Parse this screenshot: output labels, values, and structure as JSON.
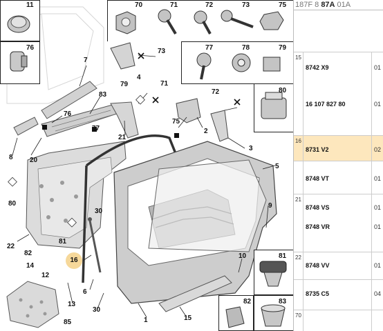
{
  "diagram": {
    "callouts": [
      {
        "id": "11",
        "text": "11"
      },
      {
        "id": "70",
        "text": "70"
      },
      {
        "id": "71a",
        "text": "71"
      },
      {
        "id": "72a",
        "text": "72"
      },
      {
        "id": "73a",
        "text": "73"
      },
      {
        "id": "75a",
        "text": "75"
      },
      {
        "id": "76a",
        "text": "76"
      },
      {
        "id": "77",
        "text": "77"
      },
      {
        "id": "78",
        "text": "78"
      },
      {
        "id": "79",
        "text": "79"
      },
      {
        "id": "80",
        "text": "80"
      },
      {
        "id": "73b",
        "text": "73"
      },
      {
        "id": "4",
        "text": "4"
      },
      {
        "id": "7",
        "text": "7"
      },
      {
        "id": "83",
        "text": "83"
      },
      {
        "id": "76b",
        "text": "76"
      },
      {
        "id": "77b",
        "text": "77"
      },
      {
        "id": "79b",
        "text": "79"
      },
      {
        "id": "71b",
        "text": "71"
      },
      {
        "id": "72b",
        "text": "72"
      },
      {
        "id": "75b",
        "text": "75"
      },
      {
        "id": "2",
        "text": "2"
      },
      {
        "id": "3",
        "text": "3"
      },
      {
        "id": "8",
        "text": "8"
      },
      {
        "id": "20",
        "text": "20"
      },
      {
        "id": "21",
        "text": "21"
      },
      {
        "id": "5",
        "text": "5"
      },
      {
        "id": "80b",
        "text": "80"
      },
      {
        "id": "30a",
        "text": "30"
      },
      {
        "id": "9",
        "text": "9"
      },
      {
        "id": "22",
        "text": "22"
      },
      {
        "id": "82",
        "text": "82"
      },
      {
        "id": "81",
        "text": "81"
      },
      {
        "id": "16",
        "text": "16"
      },
      {
        "id": "14",
        "text": "14"
      },
      {
        "id": "12",
        "text": "12"
      },
      {
        "id": "6",
        "text": "6"
      },
      {
        "id": "10",
        "text": "10"
      },
      {
        "id": "81b",
        "text": "81"
      },
      {
        "id": "13",
        "text": "13"
      },
      {
        "id": "30b",
        "text": "30"
      },
      {
        "id": "1",
        "text": "1"
      },
      {
        "id": "15",
        "text": "15"
      },
      {
        "id": "82b",
        "text": "82"
      },
      {
        "id": "83b",
        "text": "83"
      },
      {
        "id": "85",
        "text": "85"
      }
    ]
  },
  "parts": {
    "header_prefix": "187F 8 ",
    "header_bold": "87A",
    "header_suffix": " 01A",
    "rows": [
      {
        "pos": "15",
        "refs": [
          "8742 X9",
          "16 107 827 80"
        ],
        "qtys": [
          "01",
          "01"
        ],
        "selected": false
      },
      {
        "pos": "16",
        "refs": [
          "8731 V2"
        ],
        "qtys": [
          "02"
        ],
        "selected": true
      },
      {
        "pos": "",
        "refs": [
          "8748 VT"
        ],
        "qtys": [
          "01"
        ],
        "selected": false
      },
      {
        "pos": "21",
        "refs": [
          "8748 VS",
          "8748 VR"
        ],
        "qtys": [
          "01",
          "01"
        ],
        "selected": false
      },
      {
        "pos": "22",
        "refs": [
          "8748 VV"
        ],
        "qtys": [
          "01"
        ],
        "selected": false
      },
      {
        "pos": "",
        "refs": [
          "8735 C5"
        ],
        "qtys": [
          "04"
        ],
        "selected": false
      },
      {
        "pos": "70",
        "refs": [
          ""
        ],
        "qtys": [
          ""
        ],
        "selected": false
      }
    ]
  }
}
